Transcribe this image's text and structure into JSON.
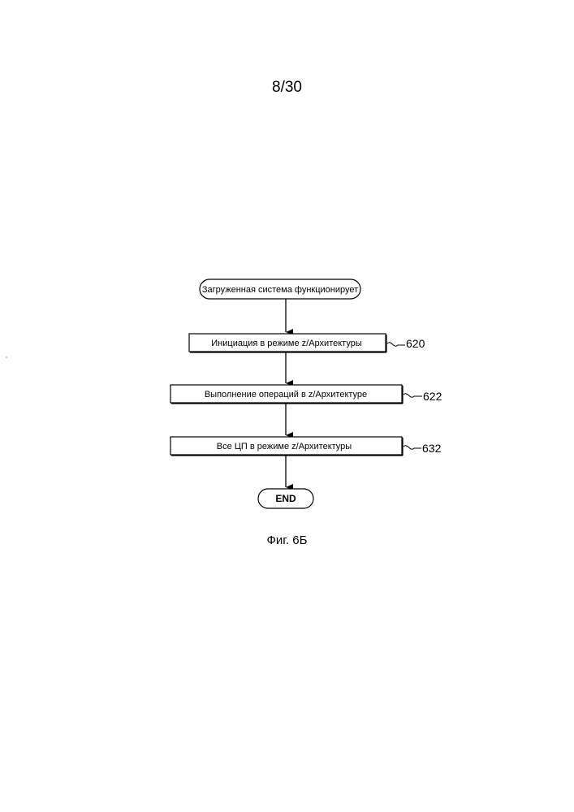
{
  "page_number": "8/30",
  "flowchart": {
    "start": "Загруженная система функционирует",
    "steps": [
      {
        "label": "Инициация в режиме z/Архитектуры",
        "ref": "620"
      },
      {
        "label": "Выполнение операций в z/Архитектуре",
        "ref": "622"
      },
      {
        "label": "Все ЦП в режиме z/Архитектуры",
        "ref": "632"
      }
    ],
    "end": "END"
  },
  "caption": "Фиг. 6Б"
}
